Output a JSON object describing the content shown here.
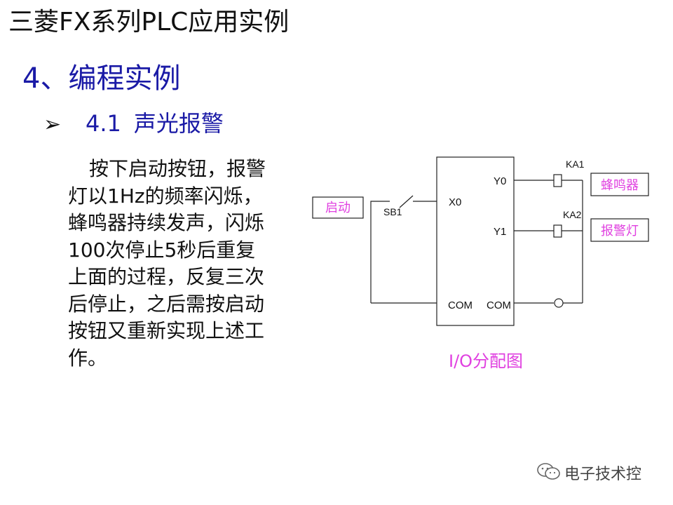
{
  "slide_title": "三菱FX系列PLC应用实例",
  "section_heading": "4、编程实例",
  "subsection": {
    "bullet_icon": "arrow-bullet-icon",
    "number": "4.1",
    "title": "声光报警"
  },
  "description": "按下启动按钮，报警灯以1Hz的频率闪烁，蜂鸣器持续发声，闪烁100次停止5秒后重复上面的过程，反复三次后停止，之后需按启动按钮又重新实现上述工作。",
  "diagram": {
    "caption": "I/O分配图",
    "input_box_label": "启动",
    "switch_label": "SB1",
    "input_terminal": "X0",
    "output_terminal_1": "Y0",
    "output_terminal_2": "Y1",
    "com_left": "COM",
    "com_right": "COM",
    "relay_1": "KA1",
    "relay_2": "KA2",
    "load_1": "蜂鸣器",
    "load_2": "报警灯",
    "label_color": "#e040e0"
  },
  "watermark": {
    "icon": "wechat-icon",
    "text": "电子技术控"
  }
}
